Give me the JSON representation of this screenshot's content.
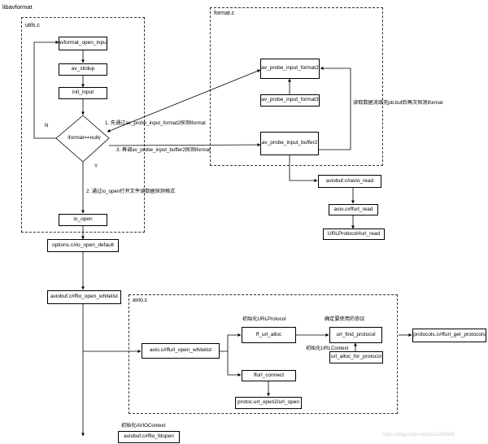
{
  "title": "libavformat",
  "groups": {
    "utils": "utils.c",
    "format": "format.c",
    "avio": "avio.c"
  },
  "nodes": {
    "avformat_open_input": "avformat_open_input",
    "av_strdup": "av_strdup",
    "init_input": "init_input",
    "iformat_null": "iformat==null",
    "io_open": "io_open",
    "io_open_default": "options.c#io_open_default",
    "ffio_open_whitelist": "aviobuf.c#ffio_open_whitelist",
    "ffurl_open_whitelist": "avio.c#ffurl_open_whitelist",
    "ff_url_alloc": "ff_url_alloc",
    "ffurl_connect": "ffurl_connect",
    "url_open2": "protoc.url_open2/url_open",
    "url_find_protocol": "url_find_protocol",
    "url_alloc_for_protocol": "url_alloc_for_protocol",
    "get_protocols": "protocols.c#ffurl_get_protocols",
    "ffio_fdopen": "aviobuf.c#ffio_fdopen",
    "av_probe_input_format2": "av_probe_input_format2",
    "av_probe_input_format3": "av_probe_input_format3",
    "av_probe_input_buffer2": "av_probe_input_buffer2",
    "avio_read": "aviobuf.c#avio_read",
    "ffurl_read": "avio.c#ffurl_read",
    "url_read": "URLProtocol#url_read"
  },
  "labels": {
    "n": "N",
    "y1": "Y",
    "y2": "Y",
    "step1": "1. 先通过av_probe_input_format2探测iformat",
    "step3": "3. 再调av_probe_input_buffer2探测iformat",
    "step2": "2. 通过io_open打开文件读数据探测格式",
    "reread": "读取数据流填充pb.buf后再次探测iformat",
    "init_urlprotocol": "初始化URLProtocol",
    "confirm_protocol": "确定要使用的协议",
    "init_urlcontext": "初始化URLContext",
    "init_aviocontext": "初始化AVIOContext"
  },
  "watermark": "https://blog.csdn.net/u014209688"
}
